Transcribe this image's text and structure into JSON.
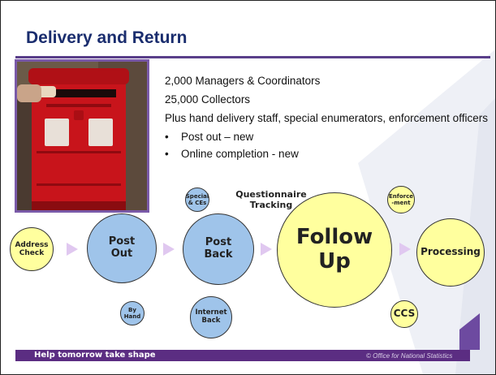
{
  "slide": {
    "title": "Delivery and Return",
    "photo_icon": "postbox-photo",
    "bullets": {
      "line1": "2,000 Managers & Coordinators",
      "line2": "25,000 Collectors",
      "line3": "Plus hand delivery staff, special enumerators, enforcement officers",
      "items": [
        "Post out – new",
        "Online completion - new"
      ],
      "bullet_char": "•"
    },
    "process": {
      "address_check": "Address\nCheck",
      "post_out": "Post\nOut",
      "post_back": "Post\nBack",
      "follow_up": "Follow\nUp",
      "processing": "Processing",
      "special_ces": "Special\n& CEs",
      "by_hand": "By\nHand",
      "internet_back": "Internet\nBack",
      "questionnaire_tracking": "Questionnaire\nTracking",
      "enforcement": "Enforce\n-ment",
      "ccs": "CCS"
    },
    "footer": {
      "tagline": "Help tomorrow take shape",
      "copyright": "© Office for National Statistics"
    },
    "colors": {
      "title": "#1a2d6e",
      "accent": "#5a3f8a",
      "yellow_circle": "#ffff9e",
      "blue_circle": "#9fc4ea",
      "arrow": "#e0c8f0",
      "footer": "#5b2d82"
    }
  }
}
